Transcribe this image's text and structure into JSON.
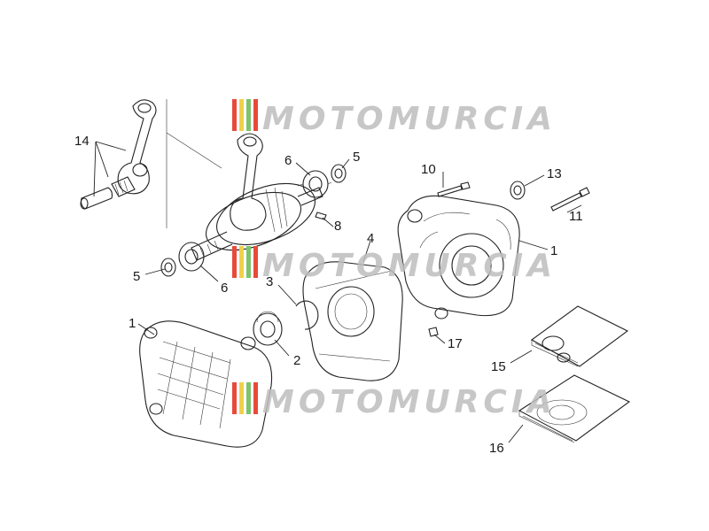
{
  "watermark": {
    "text": "MOTOMURCIA",
    "colors": {
      "red": "#e84a3a",
      "yellow": "#f0d24a",
      "green": "#7cc36b",
      "grey": "#bdbdbd"
    }
  },
  "callouts": [
    {
      "id": "c14",
      "label": "14"
    },
    {
      "id": "c6a",
      "label": "6"
    },
    {
      "id": "c5a",
      "label": "5"
    },
    {
      "id": "c10",
      "label": "10"
    },
    {
      "id": "c13",
      "label": "13"
    },
    {
      "id": "c8",
      "label": "8"
    },
    {
      "id": "c11",
      "label": "11"
    },
    {
      "id": "c4",
      "label": "4"
    },
    {
      "id": "c1a",
      "label": "1"
    },
    {
      "id": "c5b",
      "label": "5"
    },
    {
      "id": "c6b",
      "label": "6"
    },
    {
      "id": "c3",
      "label": "3"
    },
    {
      "id": "c1b",
      "label": "1"
    },
    {
      "id": "c17",
      "label": "17"
    },
    {
      "id": "c2",
      "label": "2"
    },
    {
      "id": "c15",
      "label": "15"
    },
    {
      "id": "c16",
      "label": "16"
    }
  ],
  "icons": [
    "connecting-rod-icon",
    "crankshaft-icon",
    "bearing-icon",
    "circlip-icon",
    "gasket-icon",
    "crankcase-icon",
    "bolt-icon",
    "kit-pack-icon"
  ]
}
